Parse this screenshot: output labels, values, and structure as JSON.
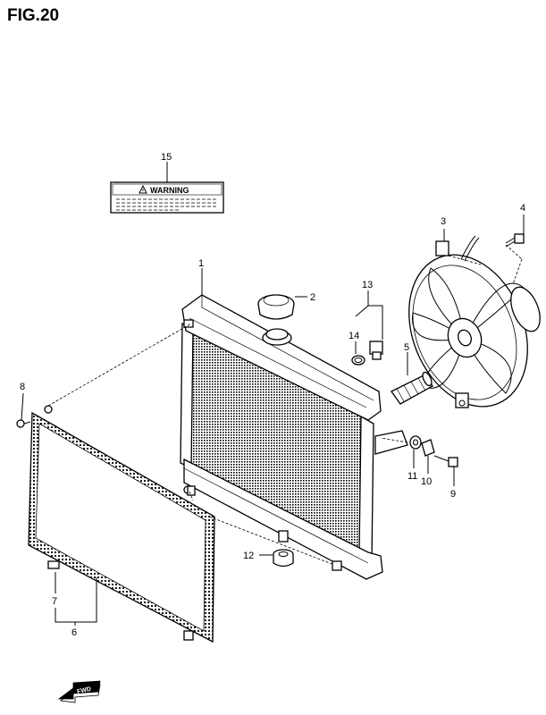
{
  "figure": {
    "title": "FIG.20"
  },
  "warning_label": {
    "text": "WARNING",
    "icon": "warning-triangle-icon"
  },
  "forward_arrow": {
    "text": "FWD",
    "icon": "forward-arrow-icon"
  },
  "callouts": [
    {
      "id": "callout-1",
      "label": "1"
    },
    {
      "id": "callout-2",
      "label": "2"
    },
    {
      "id": "callout-3",
      "label": "3"
    },
    {
      "id": "callout-4",
      "label": "4"
    },
    {
      "id": "callout-5",
      "label": "5"
    },
    {
      "id": "callout-6",
      "label": "6"
    },
    {
      "id": "callout-7",
      "label": "7"
    },
    {
      "id": "callout-8",
      "label": "8"
    },
    {
      "id": "callout-9",
      "label": "9"
    },
    {
      "id": "callout-10",
      "label": "10"
    },
    {
      "id": "callout-11",
      "label": "11"
    },
    {
      "id": "callout-12",
      "label": "12"
    },
    {
      "id": "callout-13",
      "label": "13"
    },
    {
      "id": "callout-14",
      "label": "14"
    },
    {
      "id": "callout-15",
      "label": "15"
    }
  ]
}
